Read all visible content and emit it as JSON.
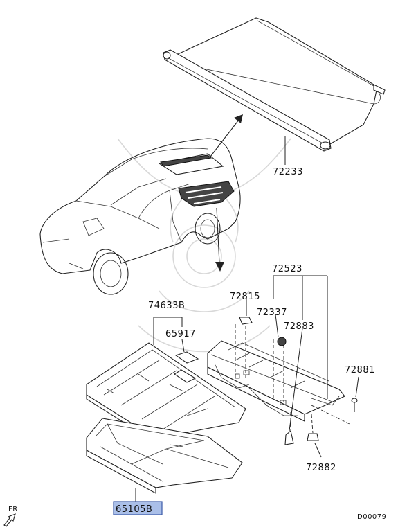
{
  "labels": {
    "p72233": "72233",
    "p72523": "72523",
    "p74633B": "74633B",
    "p72815": "72815",
    "p72337": "72337",
    "p65917": "65917",
    "p72883": "72883",
    "p72881": "72881",
    "p72882": "72882",
    "p65105B": "65105B"
  },
  "direction_label": "FR",
  "diagram_id": "D00079",
  "highlight_color": "#aabfe8"
}
